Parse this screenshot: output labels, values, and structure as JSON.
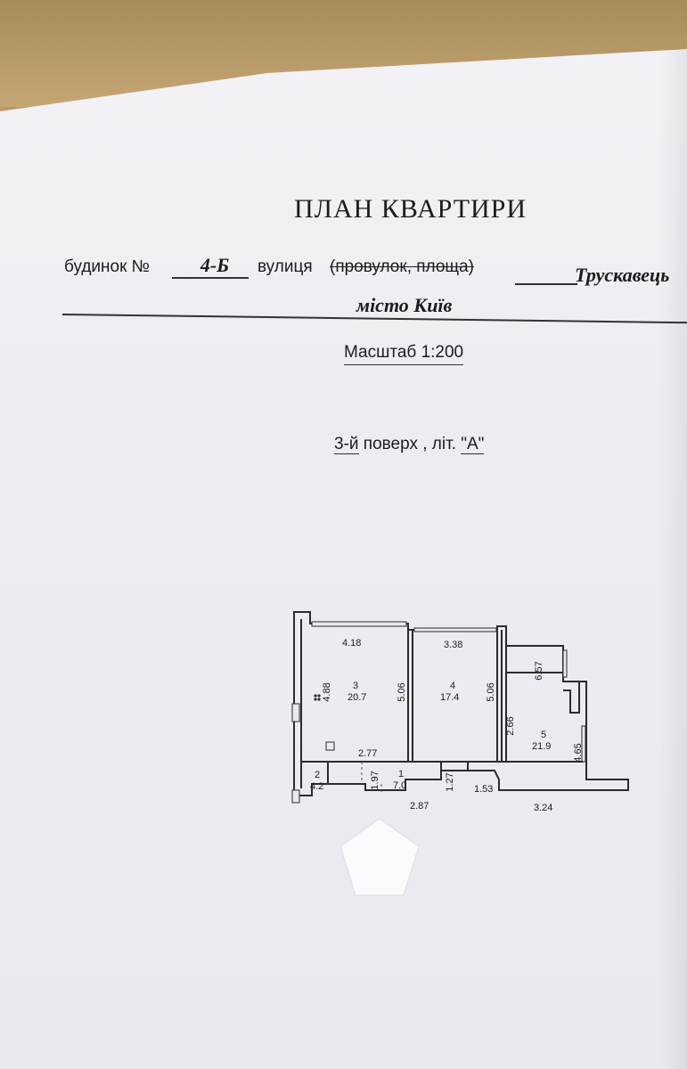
{
  "document": {
    "title": "ПЛАН  КВАРТИРИ",
    "house_label": "будинок №",
    "house_number": "4-Б",
    "street_label": "вулиця",
    "street_struck": "(провулок, площа)",
    "street_name": "Трускавець",
    "city": "місто Київ",
    "scale_label": "Масштаб  1:200",
    "floor_number": "3-й",
    "floor_text": " поверх , літ. ",
    "floor_letter": "\"А\""
  },
  "plan": {
    "rooms": [
      {
        "number": "1",
        "area": "7.0"
      },
      {
        "number": "2",
        "area": "4.2"
      },
      {
        "number": "3",
        "area": "20.7"
      },
      {
        "number": "4",
        "area": "17.4"
      },
      {
        "number": "5",
        "area": "21.9"
      }
    ],
    "dimensions": {
      "top_room3": "4.18",
      "top_room4": "3.38",
      "height_room3": "4.88",
      "height_room3_right": "5.06",
      "height_room4": "5.06",
      "room5_upper": "6.57",
      "room5_right": "4.65",
      "corridor_wall": "2.66",
      "hall_width": "2.77",
      "room1_height": "1.97",
      "room1_width": "2.87",
      "passage_height": "1.27",
      "passage_width": "1.53",
      "room5_bottom": "3.24"
    }
  }
}
